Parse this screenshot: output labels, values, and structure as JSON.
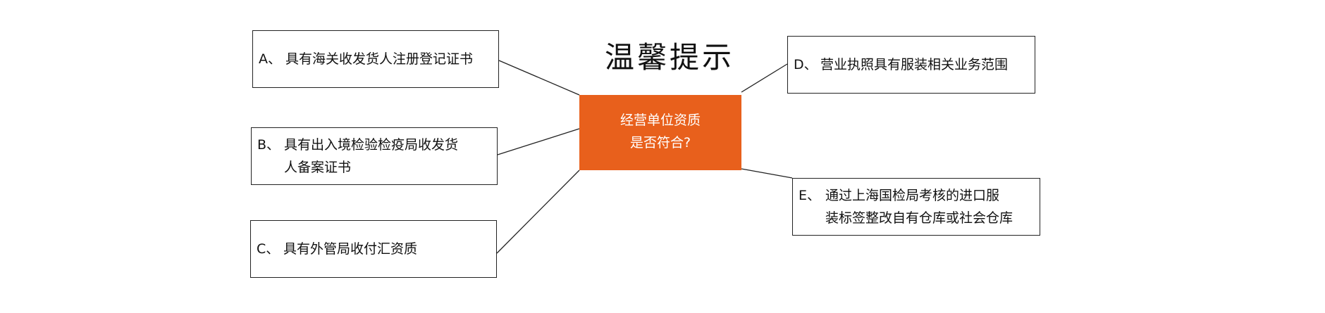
{
  "title": "温馨提示",
  "center": {
    "line1": "经营单位资质",
    "line2": "是否符合?",
    "color": "#e8601c"
  },
  "options": [
    {
      "letter": "A、",
      "line1": "具有海关收发货人注册登记证书",
      "line2": ""
    },
    {
      "letter": "B、",
      "line1": "具有出入境检验检疫局收发货",
      "line2": "人备案证书"
    },
    {
      "letter": "C、",
      "line1": "具有外管局收付汇资质",
      "line2": ""
    },
    {
      "letter": "D、",
      "line1": "营业执照具有服装相关业务范围",
      "line2": ""
    },
    {
      "letter": "E、",
      "line1": "通过上海国检局考核的进口服",
      "line2": "装标签整改自有仓库或社会仓库"
    }
  ]
}
